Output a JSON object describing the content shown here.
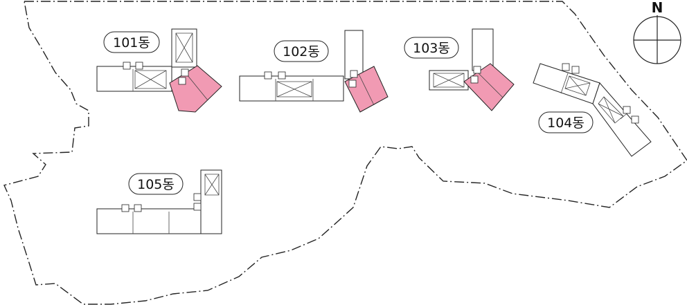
{
  "compass": {
    "north_label": "N"
  },
  "buildings": [
    {
      "id": "101",
      "label": "101동"
    },
    {
      "id": "102",
      "label": "102동"
    },
    {
      "id": "103",
      "label": "103동"
    },
    {
      "id": "104",
      "label": "104동"
    },
    {
      "id": "105",
      "label": "105동"
    }
  ],
  "colors": {
    "highlighted_unit": "#f19ab3",
    "outline": "#222222",
    "background": "#ffffff"
  }
}
